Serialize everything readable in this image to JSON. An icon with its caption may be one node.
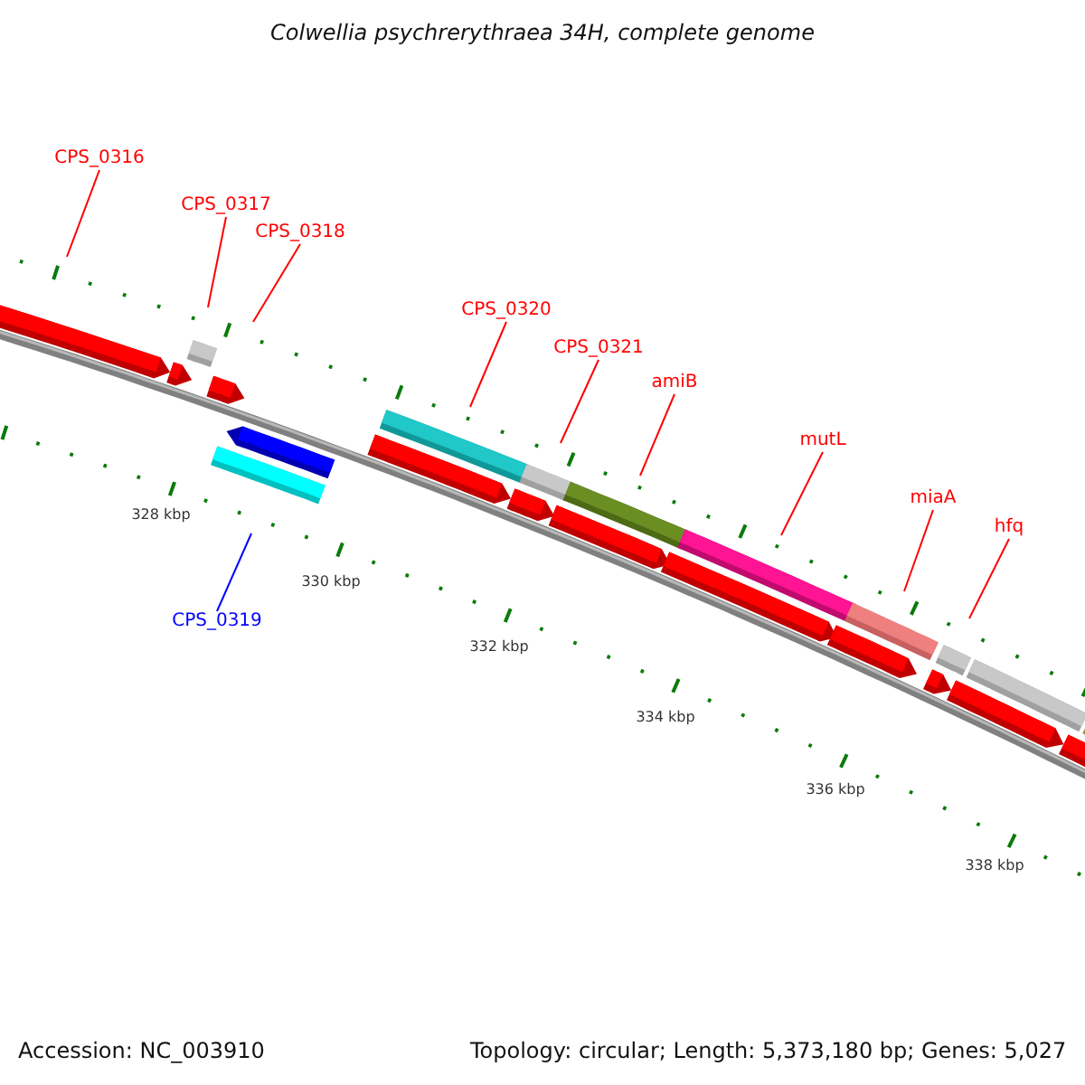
{
  "diagram": {
    "title": "Colwellia psychrerythraea 34H, complete genome",
    "nodes": [
      {
        "text": [
          "CPS_0316"
        ]
      },
      {
        "text": [
          "CPS_0317"
        ]
      },
      {
        "text": [
          "CPS_0318"
        ]
      },
      {
        "text": [
          "CPS_0320"
        ]
      },
      {
        "text": [
          "CPS_0321"
        ]
      },
      {
        "text": [
          "amiB"
        ]
      },
      {
        "text": [
          "mutL"
        ]
      },
      {
        "text": [
          "miaA"
        ]
      },
      {
        "text": [
          "hfq"
        ]
      },
      {
        "text": [
          "CPS_0319"
        ]
      }
    ],
    "edges": [
      {
        "from": 0,
        "to": null,
        "arrow": "none"
      },
      {
        "from": 1,
        "to": null,
        "arrow": "none"
      },
      {
        "from": 2,
        "to": null,
        "arrow": "none"
      },
      {
        "from": 3,
        "to": null,
        "arrow": "none"
      },
      {
        "from": 4,
        "to": null,
        "arrow": "none"
      },
      {
        "from": 5,
        "to": null,
        "arrow": "none"
      },
      {
        "from": 6,
        "to": null,
        "arrow": "none"
      },
      {
        "from": 7,
        "to": null,
        "arrow": "none"
      },
      {
        "from": 8,
        "to": null,
        "arrow": "none"
      },
      {
        "from": 9,
        "to": null,
        "arrow": "none",
        "color": "#0000ff"
      }
    ],
    "labels": [
      "328 kbp",
      "330 kbp",
      "332 kbp",
      "334 kbp",
      "336 kbp",
      "338 kbp",
      "Accession: NC_003910",
      "Topology: circular; Length: 5,373,180 bp; Genes: 5,027"
    ]
  }
}
